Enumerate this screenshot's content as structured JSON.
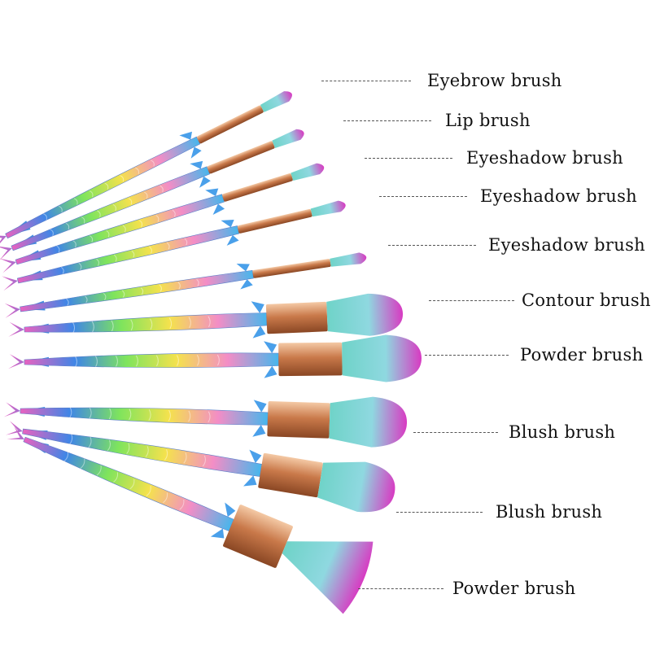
{
  "labels": [
    "Eyebrow brush",
    "Lip brush",
    "Eyeshadow brush",
    "Eyeshadow brush",
    "Eyeshadow brush",
    "Contour brush",
    "Powder brush",
    "Blush brush",
    "Blush brush",
    "Powder brush"
  ],
  "brushes": [
    {
      "type": "small",
      "bristle_colors": [
        "#e03bb6",
        "#7fd7d6"
      ]
    },
    {
      "type": "small",
      "bristle_colors": [
        "#e03bb6",
        "#7fd7d6"
      ]
    },
    {
      "type": "small",
      "bristle_colors": [
        "#e03bb6",
        "#7fd7d6"
      ]
    },
    {
      "type": "small",
      "bristle_colors": [
        "#e03bb6",
        "#7fd7d6"
      ]
    },
    {
      "type": "small",
      "bristle_colors": [
        "#e03bb6",
        "#7fd7d6"
      ]
    },
    {
      "type": "large",
      "bristle_colors": [
        "#d83ac2",
        "#6fd3c8"
      ]
    },
    {
      "type": "large",
      "bristle_colors": [
        "#d83ac2",
        "#6fd3c8"
      ]
    },
    {
      "type": "large",
      "bristle_colors": [
        "#d83ac2",
        "#6fd3c8"
      ]
    },
    {
      "type": "large",
      "bristle_colors": [
        "#d83ac2",
        "#6fd3c8"
      ]
    },
    {
      "type": "fan",
      "bristle_colors": [
        "#d83ac2",
        "#6fd3c8"
      ]
    }
  ],
  "colors": {
    "ferrule": "#c9794a",
    "handle_gradient": [
      "#3a7de0",
      "#36c6e0",
      "#7ee05a",
      "#f2e04a",
      "#f58ac0",
      "#e64fb5"
    ]
  }
}
